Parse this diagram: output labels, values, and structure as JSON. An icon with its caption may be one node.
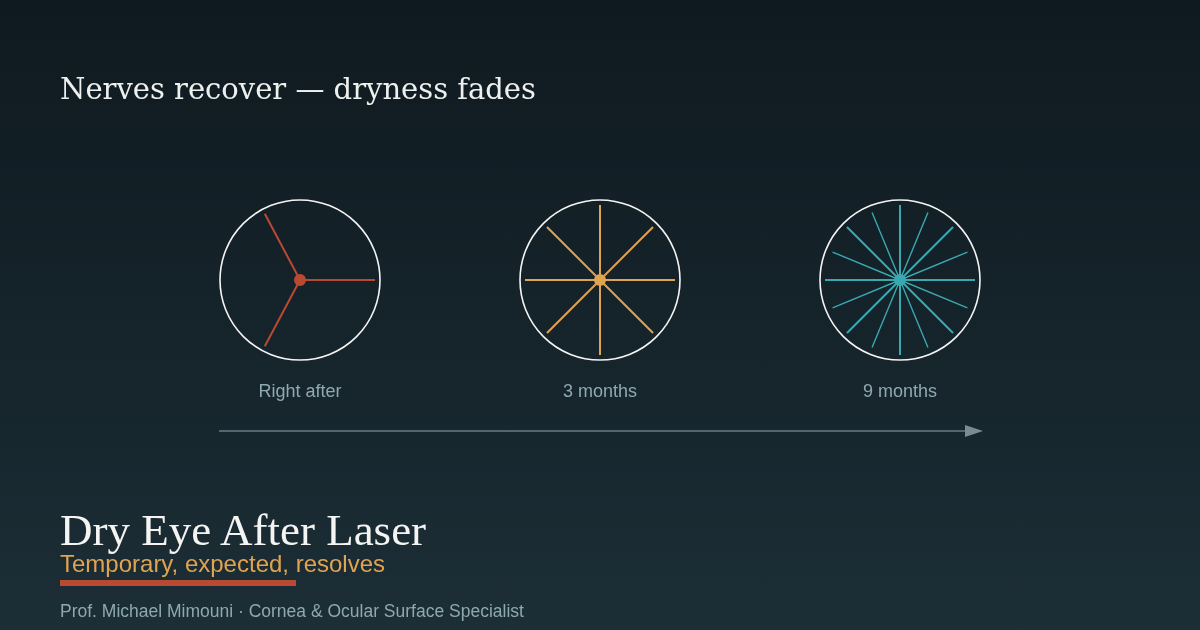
{
  "diagram": {
    "title": "Nerves recover — dryness fades",
    "nodes": [
      {
        "text": [],
        "shape": "circle",
        "beside": [
          "Right after"
        ]
      },
      {
        "text": [],
        "shape": "circle",
        "beside": [
          "3 months"
        ]
      },
      {
        "text": [],
        "shape": "circle",
        "beside": [
          "9 months"
        ]
      }
    ],
    "labels": [
      "Dry Eye After Laser",
      "Temporary, expected, resolves",
      "Prof. Michael Mimouni · Cornea & Ocular Surface Specialist"
    ]
  }
}
